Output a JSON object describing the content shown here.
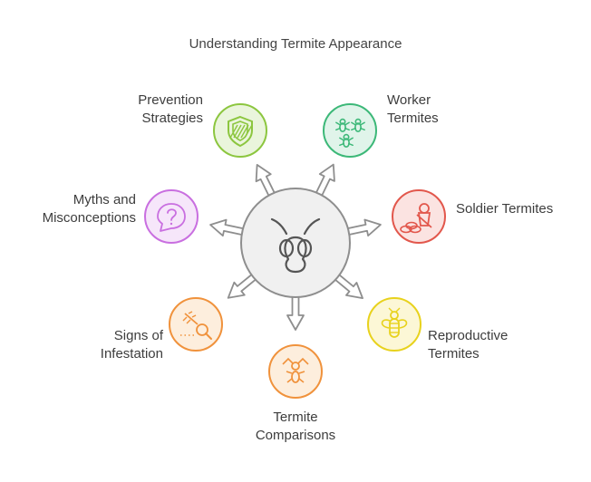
{
  "title": "Understanding Termite Appearance",
  "center": {
    "icon": "termite-head-icon"
  },
  "nodes": [
    {
      "id": "prevention",
      "lines": [
        "Prevention",
        "Strategies"
      ],
      "icon": "shield-icon",
      "color": "#8cc63f",
      "fill": "#eaf5dc"
    },
    {
      "id": "worker",
      "lines": [
        "Worker",
        "Termites"
      ],
      "icon": "worker-termites-icon",
      "color": "#3cb878",
      "fill": "#e0f4ea"
    },
    {
      "id": "soldier",
      "lines": [
        "Soldier Termites"
      ],
      "icon": "soldier-icon",
      "color": "#e2574c",
      "fill": "#fbe3e1"
    },
    {
      "id": "reproductive",
      "lines": [
        "Reproductive",
        "Termites"
      ],
      "icon": "winged-termite-icon",
      "color": "#e8d21d",
      "fill": "#fcf7d6"
    },
    {
      "id": "comparisons",
      "lines": [
        "Termite",
        "Comparisons"
      ],
      "icon": "ant-icon",
      "color": "#f0923c",
      "fill": "#fdeedd"
    },
    {
      "id": "signs",
      "lines": [
        "Signs of",
        "Infestation"
      ],
      "icon": "magnifier-icon",
      "color": "#f0923c",
      "fill": "#fdeedd"
    },
    {
      "id": "myths",
      "lines": [
        "Myths and",
        "Misconceptions"
      ],
      "icon": "question-bubble-icon",
      "color": "#c96fe0",
      "fill": "#f6e6fa"
    }
  ]
}
